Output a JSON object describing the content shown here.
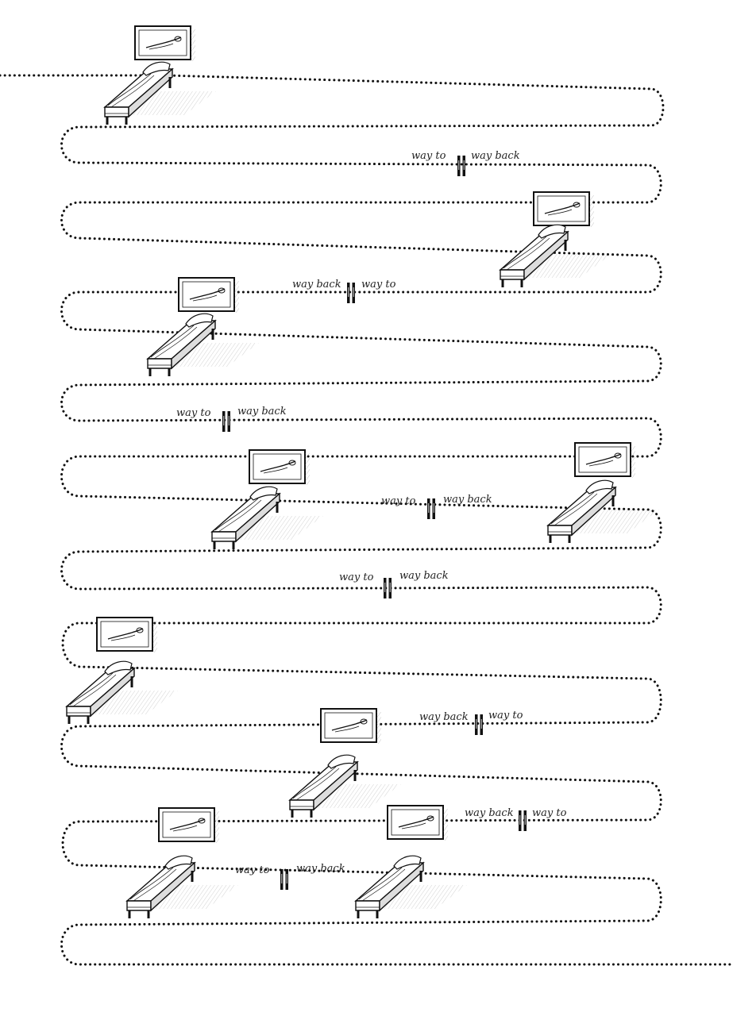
{
  "labels": {
    "way_to": "way to",
    "way_back": "way back"
  },
  "colors": {
    "ink": "#111111",
    "paper": "#ffffff",
    "hatch": "#555555"
  },
  "figure": {
    "subject": "meandering dotted path connecting beds, framed pictures of a reclining figure, and gates marked 'way to' / 'way back'"
  }
}
